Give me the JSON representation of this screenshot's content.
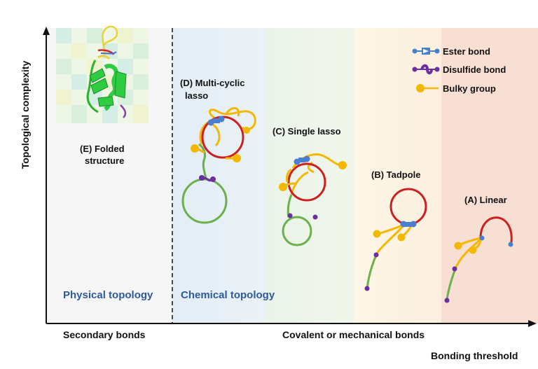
{
  "axes": {
    "y_label": "Topological complexity",
    "x_label": "Bonding threshold",
    "x_left_category": "Secondary bonds",
    "x_right_category": "Covalent or mechanical bonds"
  },
  "regions": {
    "physical": "Physical topology",
    "chemical": "Chemical topology"
  },
  "structures": {
    "E": {
      "line1": "(E) Folded",
      "line2": "structure"
    },
    "D": {
      "line1": "(D) Multi-cyclic",
      "line2": "lasso"
    },
    "C": "(C) Single lasso",
    "B": "(B) Tadpole",
    "A": "(A) Linear"
  },
  "legend": [
    {
      "label": "Ester bond",
      "icon": "ester-bond-icon",
      "color": "#4a7fd0"
    },
    {
      "label": "Disulfide bond",
      "icon": "disulfide-bond-icon",
      "color": "#6a2e9e"
    },
    {
      "label": "Bulky group",
      "icon": "bulky-group-icon",
      "color": "#f5b800"
    }
  ],
  "colors": {
    "ring": "#cc1f1f",
    "loop_green": "#6ab04c",
    "thread_yellow": "#f5b800",
    "ester": "#4a7fd0",
    "disulfide": "#6a2e9e",
    "protein": "#33cc33"
  }
}
